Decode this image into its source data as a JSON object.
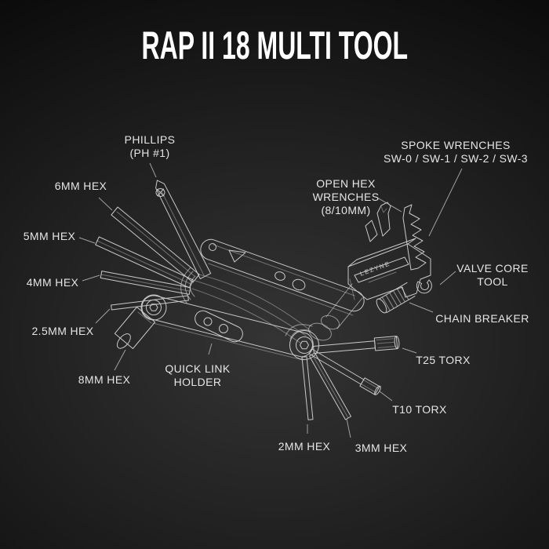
{
  "title": "RAP II 18 MULTI TOOL",
  "illustration": {
    "brand": "LEZYNE"
  },
  "labels": {
    "phillips": {
      "lines": [
        "PHILLIPS",
        "(PH #1)"
      ]
    },
    "hex_6mm": {
      "lines": [
        "6MM HEX"
      ]
    },
    "hex_5mm": {
      "lines": [
        "5MM HEX"
      ]
    },
    "hex_4mm": {
      "lines": [
        "4MM HEX"
      ]
    },
    "hex_2_5mm": {
      "lines": [
        "2.5MM HEX"
      ]
    },
    "hex_8mm": {
      "lines": [
        "8MM HEX"
      ]
    },
    "quick_link_holder": {
      "lines": [
        "QUICK LINK",
        "HOLDER"
      ]
    },
    "spoke_wrenches": {
      "lines": [
        "SPOKE WRENCHES",
        "SW-0 / SW-1 / SW-2 / SW-3"
      ]
    },
    "open_hex_wrenches": {
      "lines": [
        "OPEN HEX",
        "WRENCHES",
        "(8/10MM)"
      ]
    },
    "valve_core_tool": {
      "lines": [
        "VALVE CORE",
        "TOOL"
      ]
    },
    "chain_breaker": {
      "lines": [
        "CHAIN BREAKER"
      ]
    },
    "torx_t25": {
      "lines": [
        "T25 TORX"
      ]
    },
    "torx_t10": {
      "lines": [
        "T10 TORX"
      ]
    },
    "hex_2mm": {
      "lines": [
        "2MM HEX"
      ]
    },
    "hex_3mm": {
      "lines": [
        "3MM HEX"
      ]
    }
  },
  "colors": {
    "bg_center": "#343434",
    "bg_edge": "#0a0a0a",
    "text": "#e5e5e5",
    "title": "#ffffff",
    "line_art": "#c9c9c9",
    "leader": "#b5b5b5"
  }
}
